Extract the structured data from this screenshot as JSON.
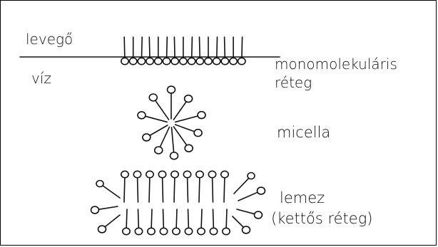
{
  "labels": {
    "air": "levegő",
    "water": "víz",
    "monolayer_line1": "monomolekuláris",
    "monolayer_line2": "réteg",
    "micelle": "micella",
    "bilayer_line1": "lemez",
    "bilayer_line2": "(kettős réteg)"
  },
  "colors": {
    "ink": "#111111",
    "background": "#ffffff",
    "frame": "#000000"
  }
}
